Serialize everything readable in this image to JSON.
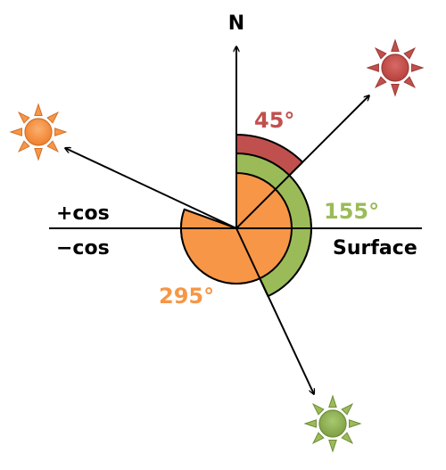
{
  "labels": {
    "north": "N",
    "plus_cos": "+cos",
    "minus_cos": "−cos",
    "surface": "Surface"
  },
  "angles": [
    {
      "value": "45°",
      "color": "#c0504d"
    },
    {
      "value": "155°",
      "color": "#9bbb59"
    },
    {
      "value": "295°",
      "color": "#f79646"
    }
  ],
  "colors": {
    "stroke": "#000000",
    "red_sun": "#c0504d",
    "green_sun": "#9bbb59",
    "orange_sun": "#f79646"
  }
}
